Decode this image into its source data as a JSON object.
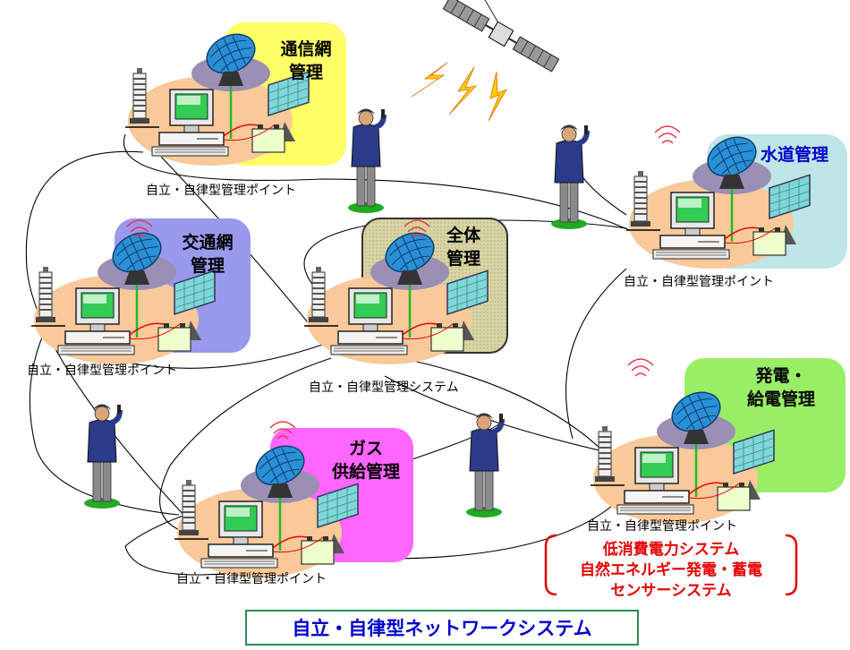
{
  "colors": {
    "comm_box": "#ffff66",
    "water_box": "#bfe6e6",
    "traffic_box": "#9999ee",
    "central_box": "#d8d4a4",
    "power_box": "#99ee66",
    "gas_box": "#ff66ff",
    "blob": "#f9c99a",
    "dish": "#2a8fd6",
    "title_blue": "#0000cc",
    "accent_red": "#e60000"
  },
  "nodes": {
    "comm": {
      "title1": "通信網",
      "title2": "管理",
      "caption": "自立・自律型管理ポイント"
    },
    "water": {
      "title1": "水道管理",
      "caption": "自立・自律型管理ポイント"
    },
    "traffic": {
      "title1": "交通網",
      "title2": "管理",
      "caption": "自立・自律型管理ポイント"
    },
    "central": {
      "title1": "全体",
      "title2": "管理",
      "caption": "自立・自律型管理システム"
    },
    "power": {
      "title1": "発電・",
      "title2": "給電管理",
      "caption": "自立・自律型管理ポイント"
    },
    "gas": {
      "title1": "ガス",
      "title2": "供給管理",
      "caption": "自立・自律型管理ポイント"
    }
  },
  "features": [
    "低消費電力システム",
    "自然エネルギー発電・蓄電",
    "センサーシステム"
  ],
  "system_title": "自立・自律型ネットワークシステム"
}
